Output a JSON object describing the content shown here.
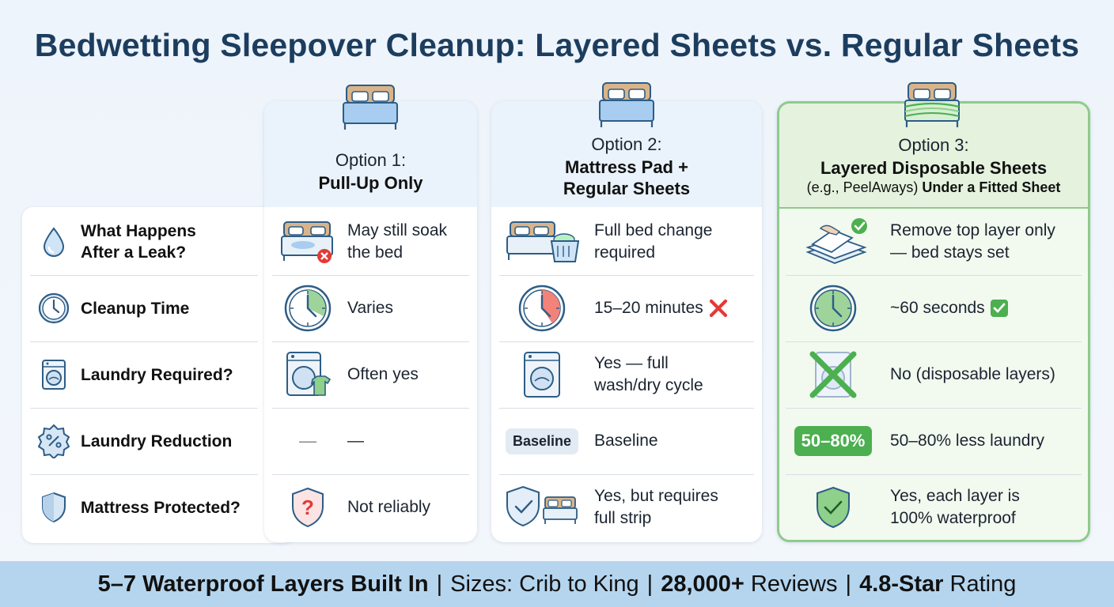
{
  "title": "Bedwetting Sleepover Cleanup: Layered Sheets vs. Regular Sheets",
  "rows": [
    {
      "label_line1": "What Happens",
      "label_line2": "After a Leak?",
      "icon": "water-drop-icon"
    },
    {
      "label": "Cleanup Time",
      "icon": "clock-icon"
    },
    {
      "label": "Laundry Required?",
      "icon": "washing-machine-icon"
    },
    {
      "label": "Laundry Reduction",
      "icon": "percent-badge-icon"
    },
    {
      "label": "Mattress Protected?",
      "icon": "shield-icon"
    }
  ],
  "options": [
    {
      "option_label": "Option 1:",
      "name": "Pull-Up Only",
      "cells": {
        "leak_line1": "May still soak",
        "leak_line2": "the bed",
        "time": "Varies",
        "laundry": "Often yes",
        "reduction_dash": "—",
        "reduction": "—",
        "protected": "Not reliably"
      }
    },
    {
      "option_label": "Option 2:",
      "name_line1": "Mattress Pad +",
      "name_line2": "Regular Sheets",
      "cells": {
        "leak_line1": "Full bed change",
        "leak_line2": "required",
        "time": "15–20 minutes",
        "laundry_line1": "Yes — full",
        "laundry_line2": "wash/dry cycle",
        "reduction_badge": "Baseline",
        "reduction": "Baseline",
        "protected_line1": "Yes, but requires",
        "protected_line2": "full strip"
      }
    },
    {
      "option_label": "Option 3:",
      "name": "Layered Disposable Sheets",
      "sub_prefix": "(e.g., PeelAways)",
      "sub_bold": "Under a Fitted Sheet",
      "cells": {
        "leak_line1": "Remove top layer only",
        "leak_line2": "— bed stays set",
        "time": "~60 seconds",
        "laundry": "No (disposable layers)",
        "reduction_badge": "50–80%",
        "reduction": "50–80% less laundry",
        "protected_line1": "Yes, each layer is",
        "protected_line2": "100% waterproof"
      }
    }
  ],
  "footer": {
    "part1_bold": "5–7 Waterproof Layers Built In",
    "sep": "|",
    "part2": "Sizes: Crib to King",
    "part3_bold": "28,000+",
    "part3_rest": " Reviews",
    "part4_bold": "4.8-Star",
    "part4_rest": " Rating"
  },
  "colors": {
    "title": "#1c3d5e",
    "green_accent": "#4caf50",
    "red_accent": "#e53935",
    "footer_bg": "#b5d5ee"
  }
}
